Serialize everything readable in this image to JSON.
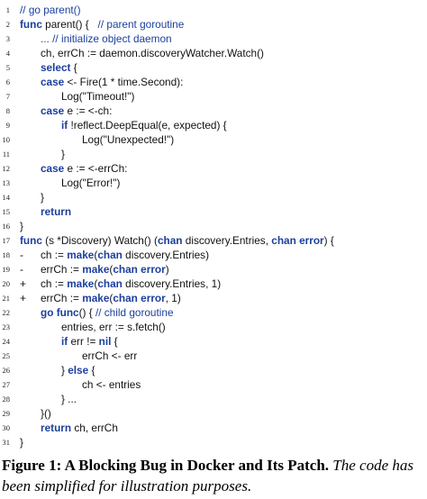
{
  "code_lines": [
    {
      "n": "1",
      "marker": "",
      "indent": 0,
      "parts": [
        [
          "cm",
          "// go parent()"
        ]
      ]
    },
    {
      "n": "2",
      "marker": "",
      "indent": 0,
      "parts": [
        [
          "kw",
          "func"
        ],
        [
          "pl",
          " parent() {   "
        ],
        [
          "cm",
          "// parent goroutine"
        ]
      ]
    },
    {
      "n": "3",
      "marker": "",
      "indent": 1,
      "parts": [
        [
          "cm",
          "... // initialize object daemon"
        ]
      ]
    },
    {
      "n": "4",
      "marker": "",
      "indent": 1,
      "parts": [
        [
          "pl",
          "ch, errCh := daemon.discoveryWatcher.Watch()"
        ]
      ]
    },
    {
      "n": "5",
      "marker": "",
      "indent": 1,
      "parts": [
        [
          "kw",
          "select"
        ],
        [
          "pl",
          " {"
        ]
      ]
    },
    {
      "n": "6",
      "marker": "",
      "indent": 1,
      "parts": [
        [
          "kw",
          "case"
        ],
        [
          "pl",
          " <- Fire(1 * time.Second):"
        ]
      ]
    },
    {
      "n": "7",
      "marker": "",
      "indent": 2,
      "parts": [
        [
          "pl",
          "Log("
        ],
        [
          "st",
          "\"Timeout!\""
        ],
        [
          "pl",
          ")"
        ]
      ]
    },
    {
      "n": "8",
      "marker": "",
      "indent": 1,
      "parts": [
        [
          "kw",
          "case"
        ],
        [
          "pl",
          " e := <-ch:"
        ]
      ]
    },
    {
      "n": "9",
      "marker": "",
      "indent": 2,
      "parts": [
        [
          "kw",
          "if"
        ],
        [
          "pl",
          " !reflect.DeepEqual(e, expected) {"
        ]
      ]
    },
    {
      "n": "10",
      "marker": "",
      "indent": 3,
      "parts": [
        [
          "pl",
          "Log("
        ],
        [
          "st",
          "\"Unexpected!\""
        ],
        [
          "pl",
          ")"
        ]
      ]
    },
    {
      "n": "11",
      "marker": "",
      "indent": 2,
      "parts": [
        [
          "pl",
          "}"
        ]
      ]
    },
    {
      "n": "12",
      "marker": "",
      "indent": 1,
      "parts": [
        [
          "kw",
          "case"
        ],
        [
          "pl",
          " e := <-errCh:"
        ]
      ]
    },
    {
      "n": "13",
      "marker": "",
      "indent": 2,
      "parts": [
        [
          "pl",
          "Log("
        ],
        [
          "st",
          "\"Error!\""
        ],
        [
          "pl",
          ")"
        ]
      ]
    },
    {
      "n": "14",
      "marker": "",
      "indent": 1,
      "parts": [
        [
          "pl",
          "}"
        ]
      ]
    },
    {
      "n": "15",
      "marker": "",
      "indent": 1,
      "parts": [
        [
          "kw",
          "return"
        ]
      ]
    },
    {
      "n": "16",
      "marker": "",
      "indent": 0,
      "parts": [
        [
          "pl",
          "}"
        ]
      ]
    },
    {
      "n": "17",
      "marker": "",
      "indent": 0,
      "parts": [
        [
          "kw",
          "func"
        ],
        [
          "pl",
          " (s *Discovery) Watch() ("
        ],
        [
          "kw",
          "chan"
        ],
        [
          "pl",
          " discovery.Entries, "
        ],
        [
          "kw",
          "chan error"
        ],
        [
          "pl",
          ") {"
        ]
      ]
    },
    {
      "n": "18",
      "marker": "-",
      "indent": 1,
      "parts": [
        [
          "pl",
          "ch := "
        ],
        [
          "kw",
          "make"
        ],
        [
          "pl",
          "("
        ],
        [
          "kw",
          "chan"
        ],
        [
          "pl",
          " discovery.Entries)"
        ]
      ]
    },
    {
      "n": "19",
      "marker": "-",
      "indent": 1,
      "parts": [
        [
          "pl",
          "errCh := "
        ],
        [
          "kw",
          "make"
        ],
        [
          "pl",
          "("
        ],
        [
          "kw",
          "chan error"
        ],
        [
          "pl",
          ")"
        ]
      ]
    },
    {
      "n": "20",
      "marker": "+",
      "indent": 1,
      "parts": [
        [
          "pl",
          "ch := "
        ],
        [
          "kw",
          "make"
        ],
        [
          "pl",
          "("
        ],
        [
          "kw",
          "chan"
        ],
        [
          "pl",
          " discovery.Entries, 1)"
        ]
      ]
    },
    {
      "n": "21",
      "marker": "+",
      "indent": 1,
      "parts": [
        [
          "pl",
          "errCh := "
        ],
        [
          "kw",
          "make"
        ],
        [
          "pl",
          "("
        ],
        [
          "kw",
          "chan error"
        ],
        [
          "pl",
          ", 1)"
        ]
      ]
    },
    {
      "n": "22",
      "marker": "",
      "indent": 1,
      "parts": [
        [
          "kw",
          "go func"
        ],
        [
          "pl",
          "() { "
        ],
        [
          "cm",
          "// child goroutine"
        ]
      ]
    },
    {
      "n": "23",
      "marker": "",
      "indent": 2,
      "parts": [
        [
          "pl",
          "entries, err := s.fetch()"
        ]
      ]
    },
    {
      "n": "24",
      "marker": "",
      "indent": 2,
      "parts": [
        [
          "kw",
          "if"
        ],
        [
          "pl",
          " err != "
        ],
        [
          "kw",
          "nil"
        ],
        [
          "pl",
          " {"
        ]
      ]
    },
    {
      "n": "25",
      "marker": "",
      "indent": 3,
      "parts": [
        [
          "pl",
          "errCh <- err"
        ]
      ]
    },
    {
      "n": "26",
      "marker": "",
      "indent": 2,
      "parts": [
        [
          "pl",
          "} "
        ],
        [
          "kw",
          "else"
        ],
        [
          "pl",
          " {"
        ]
      ]
    },
    {
      "n": "27",
      "marker": "",
      "indent": 3,
      "parts": [
        [
          "pl",
          "ch <- entries"
        ]
      ]
    },
    {
      "n": "28",
      "marker": "",
      "indent": 2,
      "parts": [
        [
          "pl",
          "} ..."
        ]
      ]
    },
    {
      "n": "29",
      "marker": "",
      "indent": 1,
      "parts": [
        [
          "pl",
          "}()"
        ]
      ]
    },
    {
      "n": "30",
      "marker": "",
      "indent": 1,
      "parts": [
        [
          "kw",
          "return"
        ],
        [
          "pl",
          " ch, errCh"
        ]
      ]
    },
    {
      "n": "31",
      "marker": "",
      "indent": 0,
      "parts": [
        [
          "pl",
          "}"
        ]
      ]
    }
  ],
  "caption": {
    "label": "Figure 1:",
    "title": " A Blocking Bug in Docker and Its Patch.",
    "note": " The code has been simplified for illustration purposes."
  }
}
